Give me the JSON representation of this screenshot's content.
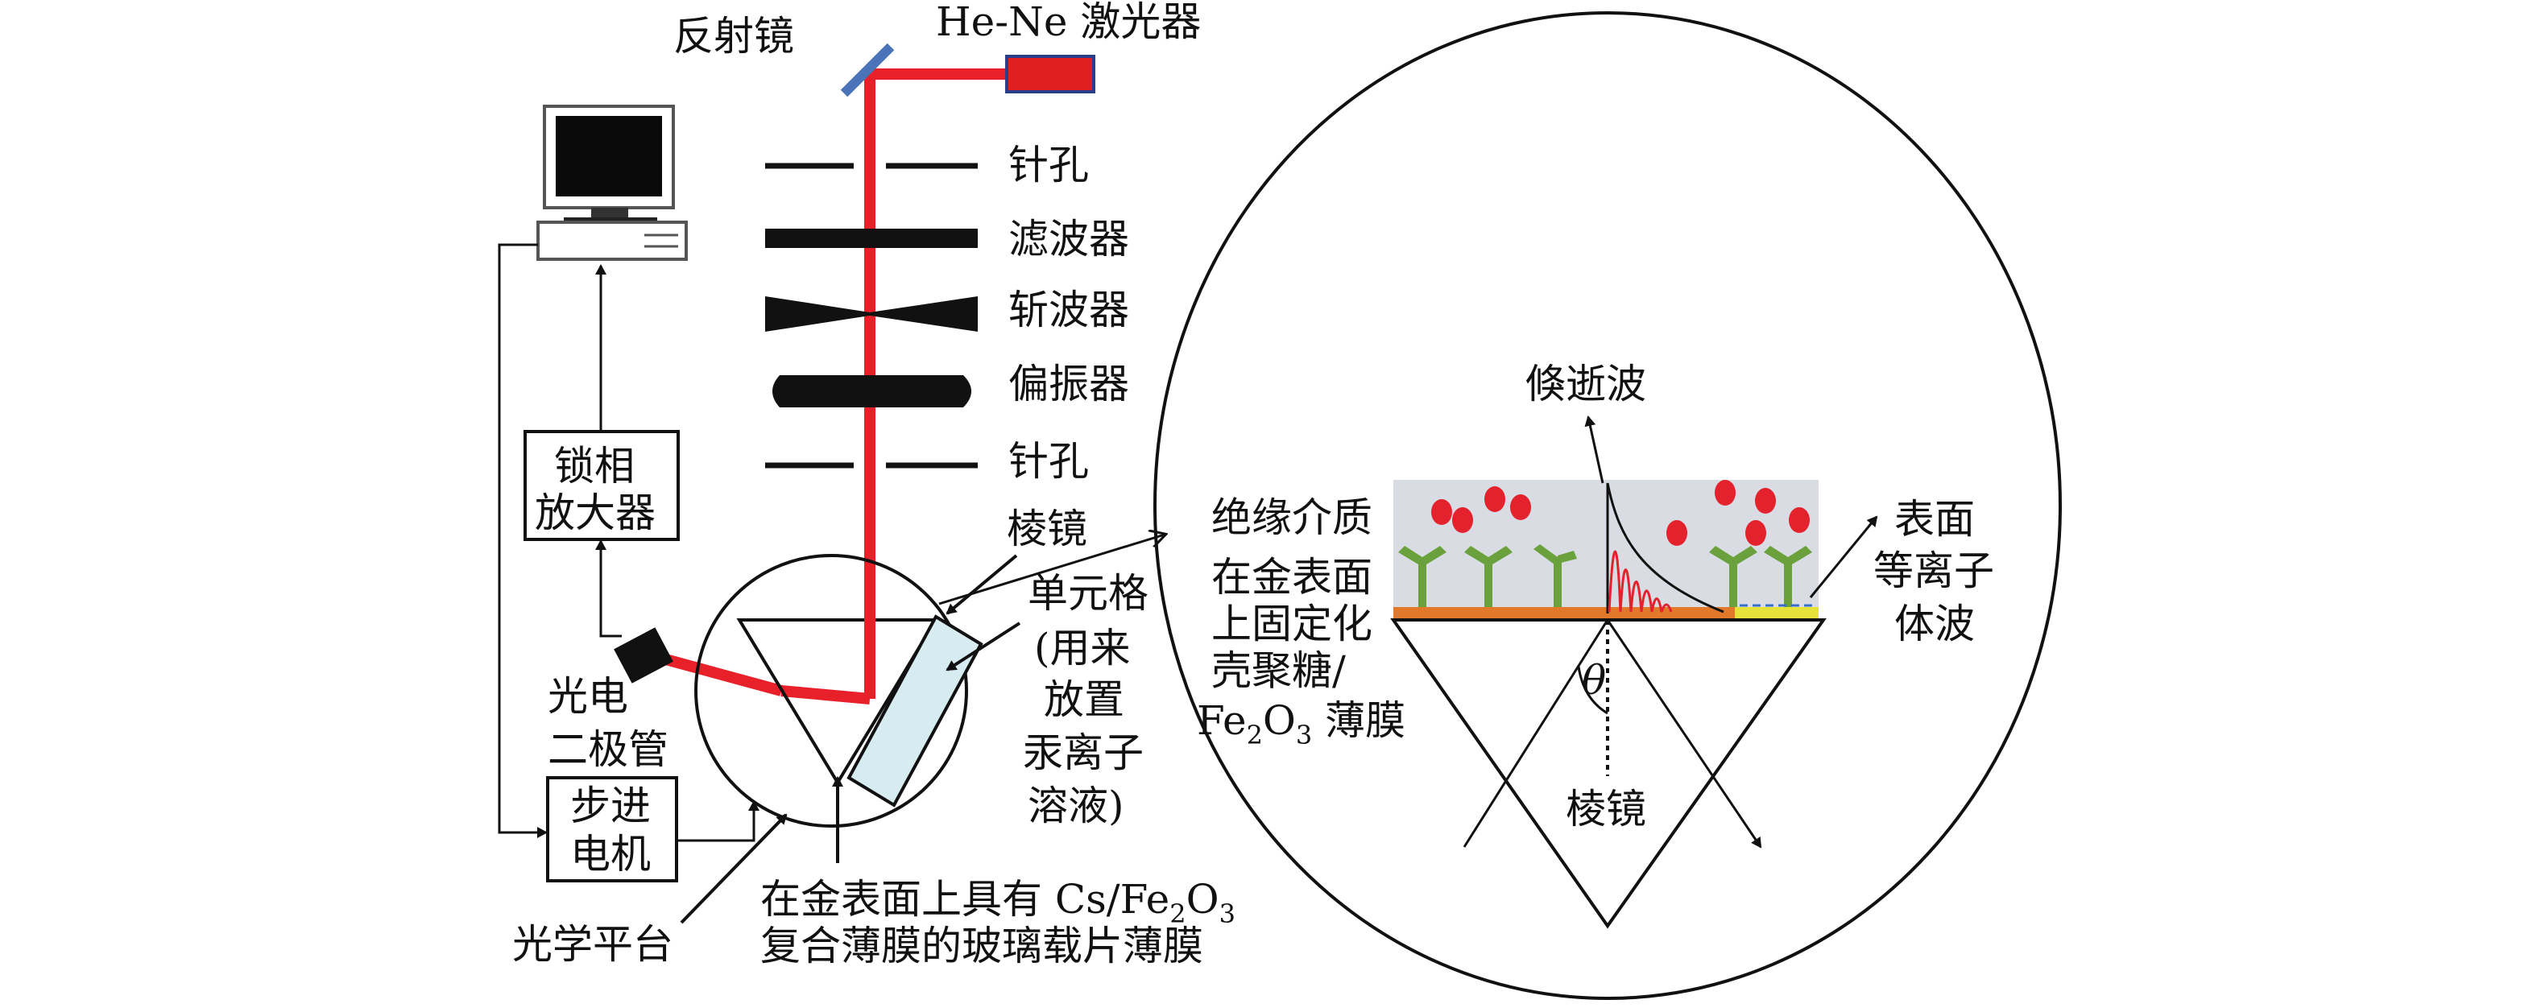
{
  "labels": {
    "mirror": "反射镜",
    "laser": "He-Ne 激光器",
    "pinhole_top": "针孔",
    "filter": "滤波器",
    "chopper": "斩波器",
    "polarizer": "偏振器",
    "pinhole_bottom": "针孔",
    "prism": "棱镜",
    "cell": [
      "单元格",
      "(用来",
      "放置",
      "汞离子",
      "溶液)"
    ],
    "lockin": [
      "锁相",
      "放大器"
    ],
    "photodiode": [
      "光电",
      "二极管"
    ],
    "stepper": [
      "步进",
      "电机"
    ],
    "optical_stage": "光学平台",
    "glass_film_line1_a": "在金表面上具有 Cs/Fe",
    "glass_film_line1_sub1": "2",
    "glass_film_line1_b": "O",
    "glass_film_line1_sub2": "3",
    "glass_film_line2": "复合薄膜的玻璃载片薄膜",
    "evanescent": "倏逝波",
    "dielectric": "绝缘介质",
    "gold_film": [
      "在金表面",
      "上固定化",
      "壳聚糖/"
    ],
    "gold_film_last_a": "Fe",
    "gold_film_last_sub1": "2",
    "gold_film_last_b": "O",
    "gold_film_last_sub2": "3",
    "gold_film_last_c": " 薄膜",
    "spw": [
      "表面",
      "等离子",
      "体波"
    ],
    "prism_zoom": "棱镜",
    "theta": "θ"
  },
  "colors": {
    "beam": "#e8202a",
    "laser_body": "#e02020",
    "mirror": "#4a73b8",
    "cell_fill": "#d7ecf0",
    "medium_fill": "#d9dde3",
    "plant": "#6aa13c",
    "particle": "#e3222e",
    "gold_strip": "#e2782a",
    "spw_strip": "#e6e23a",
    "wave": "#e3222e"
  }
}
